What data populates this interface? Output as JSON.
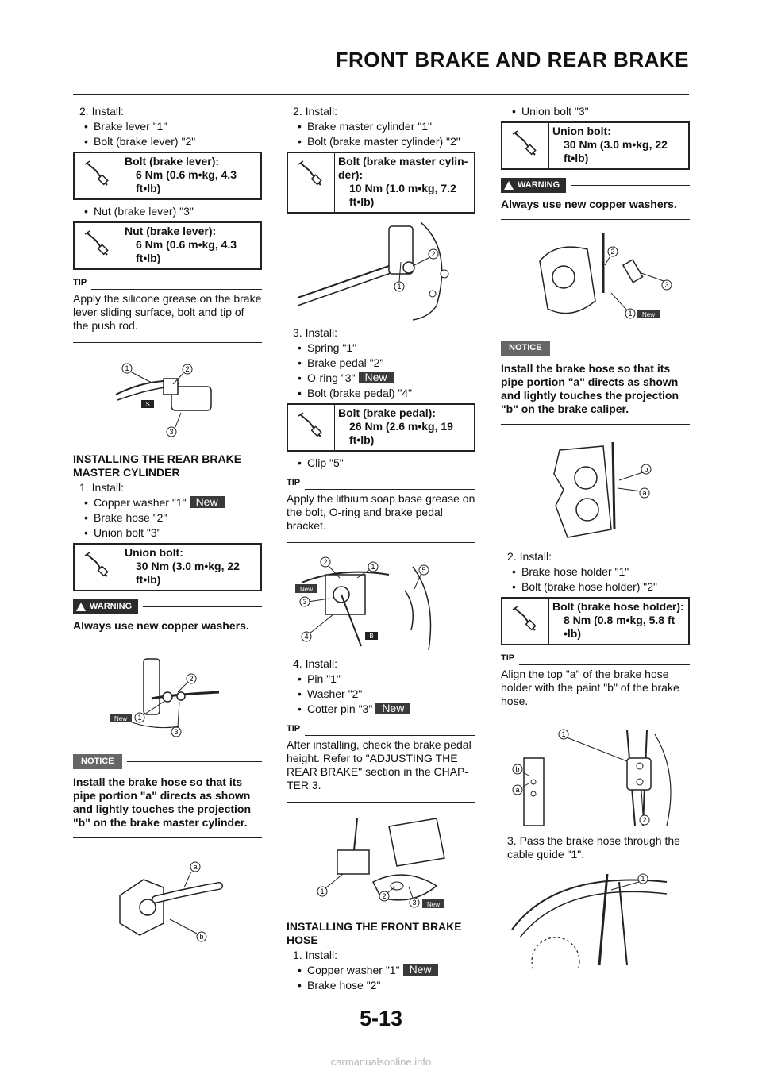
{
  "header": {
    "title": "FRONT BRAKE AND REAR BRAKE"
  },
  "footer": {
    "page": "5-13",
    "watermark": "carmanualsonline.info"
  },
  "labels": {
    "tip": "TIP",
    "warning": "WARNING",
    "notice": "NOTICE",
    "new": "New"
  },
  "callouts": {
    "n1": "1",
    "n2": "2",
    "n3": "3",
    "n4": "4",
    "n5": "5",
    "a": "a",
    "b": "b",
    "s": "S",
    "b_grease": "B"
  },
  "col1": {
    "step2": "2.  Install:",
    "b1": "Brake lever \"1\"",
    "b2": "Bolt (brake lever) \"2\"",
    "spec1_head": "Bolt (brake lever):",
    "spec1_val": "6 Nm (0.6 m•kg, 4.3 ft•lb)",
    "b3": "Nut (brake lever) \"3\"",
    "spec2_head": "Nut (brake lever):",
    "spec2_val": "6 Nm (0.6 m•kg, 4.3 ft•lb)",
    "tip_body": "Apply the silicone grease on the brake lever sliding surface, bolt and tip of the push rod.",
    "section": "INSTALLING THE REAR BRAKE MASTER CYLINDER",
    "step1": "1.  Install:",
    "b4": "Copper washer \"1\"",
    "b5": "Brake hose \"2\"",
    "b6": "Union bolt \"3\"",
    "spec3_head": "Union bolt:",
    "spec3_val": "30 Nm (3.0 m•kg, 22 ft•lb)",
    "warn_body": "Always use new copper washers.",
    "notice_body": "Install the brake hose so that its pipe portion \"a\" directs as shown and lightly touches the projection \"b\" on the brake master cylinder."
  },
  "col2": {
    "step2": "2.  Install:",
    "b1": "Brake master cylinder \"1\"",
    "b2": "Bolt (brake master cylinder) \"2\"",
    "spec1_head": "Bolt (brake master cylin-der):",
    "spec1_val": "10 Nm (1.0 m•kg, 7.2 ft•lb)",
    "step3": "3.  Install:",
    "b3": "Spring \"1\"",
    "b4": "Brake pedal \"2\"",
    "b5": "O-ring \"3\"",
    "b6": "Bolt (brake pedal) \"4\"",
    "spec2_head": "Bolt (brake pedal):",
    "spec2_val": "26 Nm (2.6 m•kg, 19 ft•lb)",
    "b7": "Clip \"5\"",
    "tip1_body": "Apply the lithium soap base grease on the bolt, O-ring and brake pedal bracket.",
    "step4": "4.  Install:",
    "b8": "Pin \"1\"",
    "b9": "Washer \"2\"",
    "b10": "Cotter pin \"3\"",
    "tip2_body": "After installing, check the brake pedal height. Refer to \"ADJUSTING THE REAR BRAKE\" section in the CHAP-TER 3.",
    "section": "INSTALLING THE FRONT BRAKE HOSE",
    "step1": "1.  Install:",
    "b11": "Copper washer \"1\"",
    "b12": "Brake hose \"2\""
  },
  "col3": {
    "b1": "Union bolt \"3\"",
    "spec1_head": "Union bolt:",
    "spec1_val": "30 Nm (3.0 m•kg, 22 ft•lb)",
    "warn_body": "Always use new copper washers.",
    "notice_body": "Install the brake hose so that its pipe portion \"a\" directs as shown and lightly touches the projection \"b\" on the brake caliper.",
    "step2": "2.  Install:",
    "b2": "Brake hose holder \"1\"",
    "b3": "Bolt (brake hose holder) \"2\"",
    "spec2_head": "Bolt (brake hose holder):",
    "spec2_val": "8 Nm (0.8 m•kg, 5.8 ft •lb)",
    "tip_body": "Align the top \"a\" of the brake hose holder with the paint \"b\" of the brake hose.",
    "step3": "3.  Pass the brake hose through the cable guide \"1\"."
  }
}
